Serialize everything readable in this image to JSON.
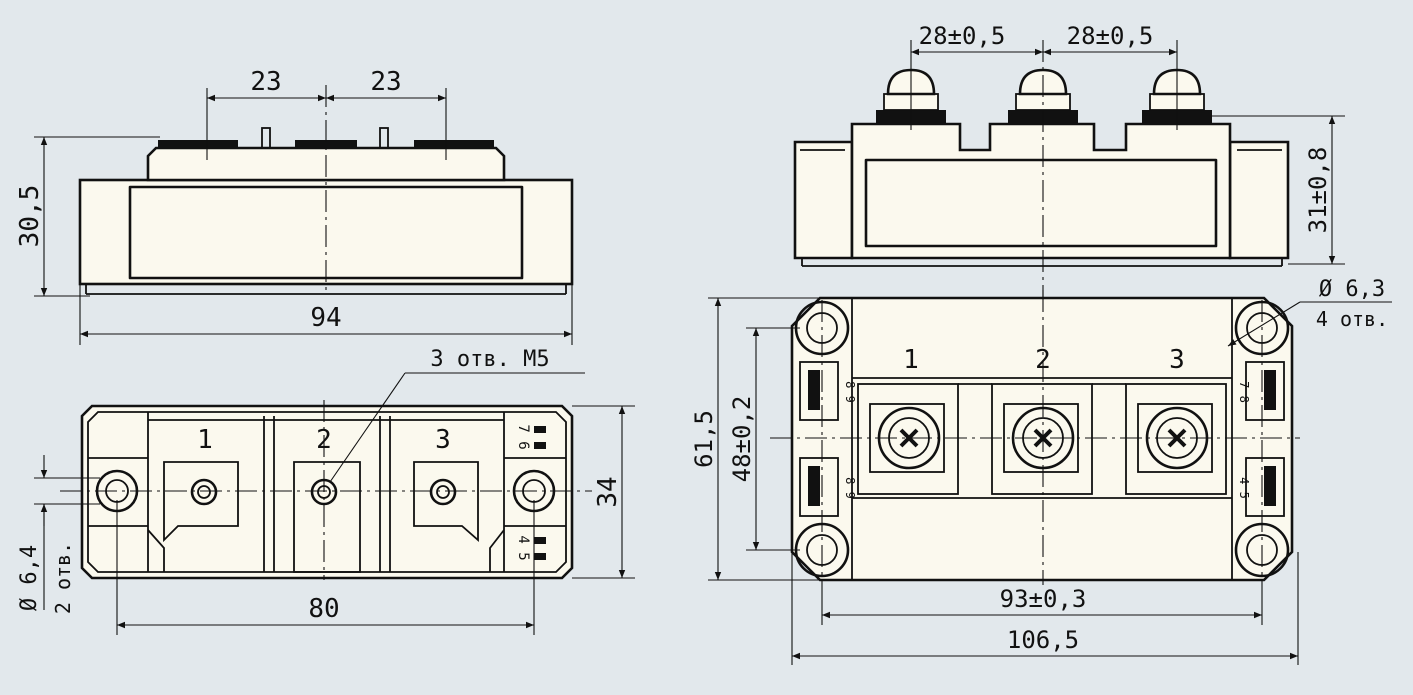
{
  "colors": {
    "background": "#e2e8ec",
    "body": "#fbf9ee",
    "ink": "#111111"
  },
  "side_view_left": {
    "dim_pitch_1": "23",
    "dim_pitch_2": "23",
    "dim_height": "30,5",
    "dim_length": "94"
  },
  "top_view_left": {
    "terminal_labels": [
      "1",
      "2",
      "3"
    ],
    "pin_labels_top": "7 6",
    "pin_labels_bottom": "4 5",
    "holes_note": "3 отв. М5",
    "mount_hole_dia": "Ø 6,4",
    "mount_hole_count": "2 отв.",
    "dim_width": "34",
    "dim_hole_pitch": "80"
  },
  "side_view_right": {
    "dim_pitch_1": "28±0,5",
    "dim_pitch_2": "28±0,5",
    "dim_height": "31±0,8"
  },
  "top_view_right": {
    "terminal_labels": [
      "1",
      "2",
      "3"
    ],
    "pin_labels_left_top": "8 9",
    "pin_labels_left_bottom": "8 9",
    "pin_labels_right_top": "7 8",
    "pin_labels_right_bottom": "4 5",
    "hole_dia": "Ø 6,3",
    "hole_count": "4 отв.",
    "dim_width": "61,5",
    "dim_hole_pitch_y": "48±0,2",
    "dim_hole_pitch_x": "93±0,3",
    "dim_length": "106,5"
  }
}
